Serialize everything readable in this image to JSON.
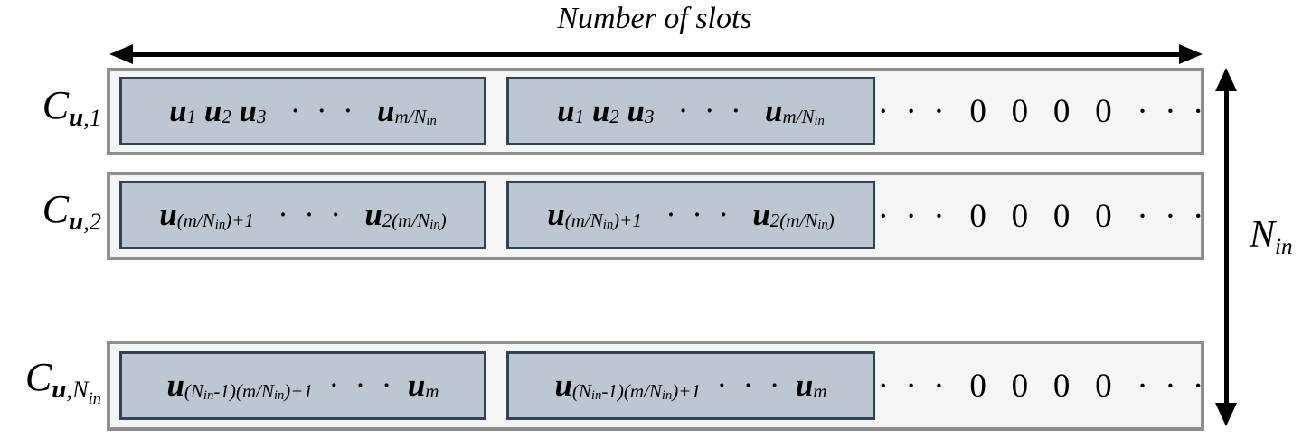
{
  "title": "Number of slots",
  "colors": {
    "slot_fill": "#bdc7d1",
    "slot_border": "#2f4256",
    "outer_fill": "#f5f5f6",
    "outer_border": "#8e8e8e",
    "arrow": "#000000"
  },
  "vertical_label": [
    {
      "t": "b",
      "v": "N"
    },
    {
      "t": "s",
      "v": "in"
    }
  ],
  "rows": [
    {
      "label": [
        {
          "t": "b",
          "v": "C"
        },
        {
          "t": "us",
          "v": "u"
        },
        {
          "t": "s",
          "v": ",1"
        }
      ],
      "slot": [
        {
          "t": "ub",
          "v": "u"
        },
        {
          "t": "s",
          "v": "1"
        },
        {
          "t": "ub",
          "v": " u"
        },
        {
          "t": "s",
          "v": "2"
        },
        {
          "t": "ub",
          "v": " u"
        },
        {
          "t": "s",
          "v": "3"
        },
        {
          "t": "r",
          "v": "   ·  ·  ·   "
        },
        {
          "t": "ub",
          "v": "u"
        },
        {
          "t": "s",
          "v": "m/N"
        },
        {
          "t": "ss",
          "v": "in"
        }
      ],
      "zeros": [
        {
          "t": "r",
          "v": "·  ·  ·   0   0   0   0   ·  ·  ·"
        }
      ]
    },
    {
      "label": [
        {
          "t": "b",
          "v": "C"
        },
        {
          "t": "us",
          "v": "u"
        },
        {
          "t": "s",
          "v": ",2"
        }
      ],
      "slot": [
        {
          "t": "ub",
          "v": "u"
        },
        {
          "t": "s",
          "v": "(m/N"
        },
        {
          "t": "ss",
          "v": "in"
        },
        {
          "t": "s",
          "v": ")+1"
        },
        {
          "t": "r",
          "v": "   ·  ·  ·   "
        },
        {
          "t": "ub",
          "v": "u"
        },
        {
          "t": "s",
          "v": "2(m/N"
        },
        {
          "t": "ss",
          "v": "in"
        },
        {
          "t": "s",
          "v": ")"
        }
      ],
      "zeros": [
        {
          "t": "r",
          "v": "·  ·  ·   0   0   0   0   ·  ·  ·"
        }
      ]
    },
    {
      "label": [
        {
          "t": "b",
          "v": "C"
        },
        {
          "t": "us",
          "v": "u"
        },
        {
          "t": "s",
          "v": ","
        },
        {
          "t": "s",
          "v": "N"
        },
        {
          "t": "ss",
          "v": "in"
        }
      ],
      "slot": [
        {
          "t": "ub",
          "v": "u"
        },
        {
          "t": "s",
          "v": "(N"
        },
        {
          "t": "ss",
          "v": "in"
        },
        {
          "t": "s",
          "v": "-1)(m/N"
        },
        {
          "t": "ss",
          "v": "in"
        },
        {
          "t": "s",
          "v": ")+1"
        },
        {
          "t": "r",
          "v": "  ·  ·  ·  "
        },
        {
          "t": "ub",
          "v": "u"
        },
        {
          "t": "s",
          "v": "m"
        }
      ],
      "zeros": [
        {
          "t": "r",
          "v": "·  ·  ·   0   0   0   0   ·  ·  ·"
        }
      ]
    }
  ]
}
